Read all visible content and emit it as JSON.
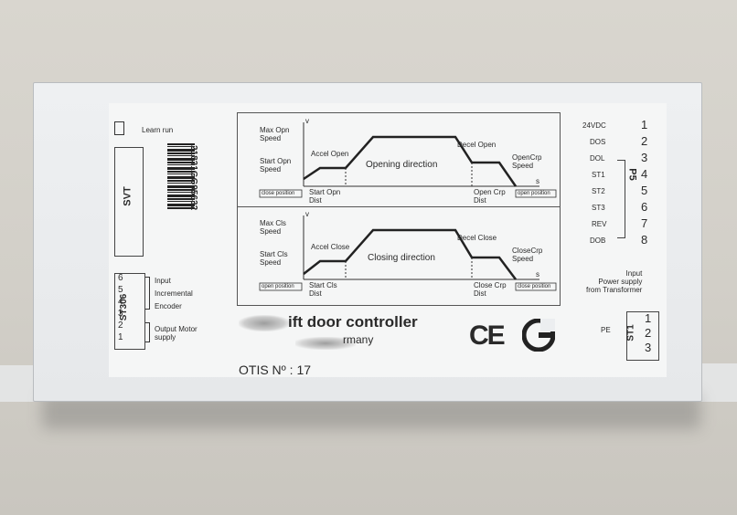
{
  "label": {
    "learn_run": "Learn run",
    "model": "SVT",
    "barcode_number": "21831GG95632",
    "top_chart": {
      "y_axis": "v",
      "x_axis": "s",
      "max_speed": "Max Opn\nSpeed",
      "start_speed": "Start Opn\nSpeed",
      "accel": "Accel Open",
      "direction": "Opening direction",
      "decel": "Decel Open",
      "creep": "OpenCrp\nSpeed",
      "start_dist": "Start Opn\nDist",
      "crp_dist": "Open Crp\nDist",
      "left_box": "close position",
      "right_box": "open position"
    },
    "bottom_chart": {
      "y_axis": "v",
      "x_axis": "s",
      "max_speed": "Max Cls\nSpeed",
      "start_speed": "Start Cls\nSpeed",
      "accel": "Accel Close",
      "direction": "Closing direction",
      "decel": "Decel Close",
      "creep": "CloseCrp\nSpeed",
      "start_dist": "Start Cls\nDist",
      "crp_dist": "Close Crp\nDist",
      "left_box": "open position",
      "right_box": "close position"
    },
    "p5_label": "P5",
    "p5_signals": [
      "24VDC",
      "DOS",
      "DOL",
      "ST1",
      "ST2",
      "ST3",
      "REV",
      "DOB"
    ],
    "p5_pins": [
      "1",
      "2",
      "3",
      "4",
      "5",
      "6",
      "7",
      "8"
    ],
    "st306_label": "ST306",
    "st306_pins": [
      "6",
      "5",
      "4",
      "3",
      "2",
      "1"
    ],
    "st306_input": "Input",
    "st306_incremental": "Incremental",
    "st306_encoder": "Encoder",
    "st306_motor": "Output Motor\nsupply",
    "power_input": "Input\nPower supply\nfrom Transformer",
    "st1_label": "ST1",
    "st1_pins": [
      "1",
      "2",
      "3"
    ],
    "pe": "PE",
    "title": "ift door controller",
    "subtitle": "rmany",
    "otis": "OTIS Nº : 17",
    "ce_mark": "CE"
  }
}
